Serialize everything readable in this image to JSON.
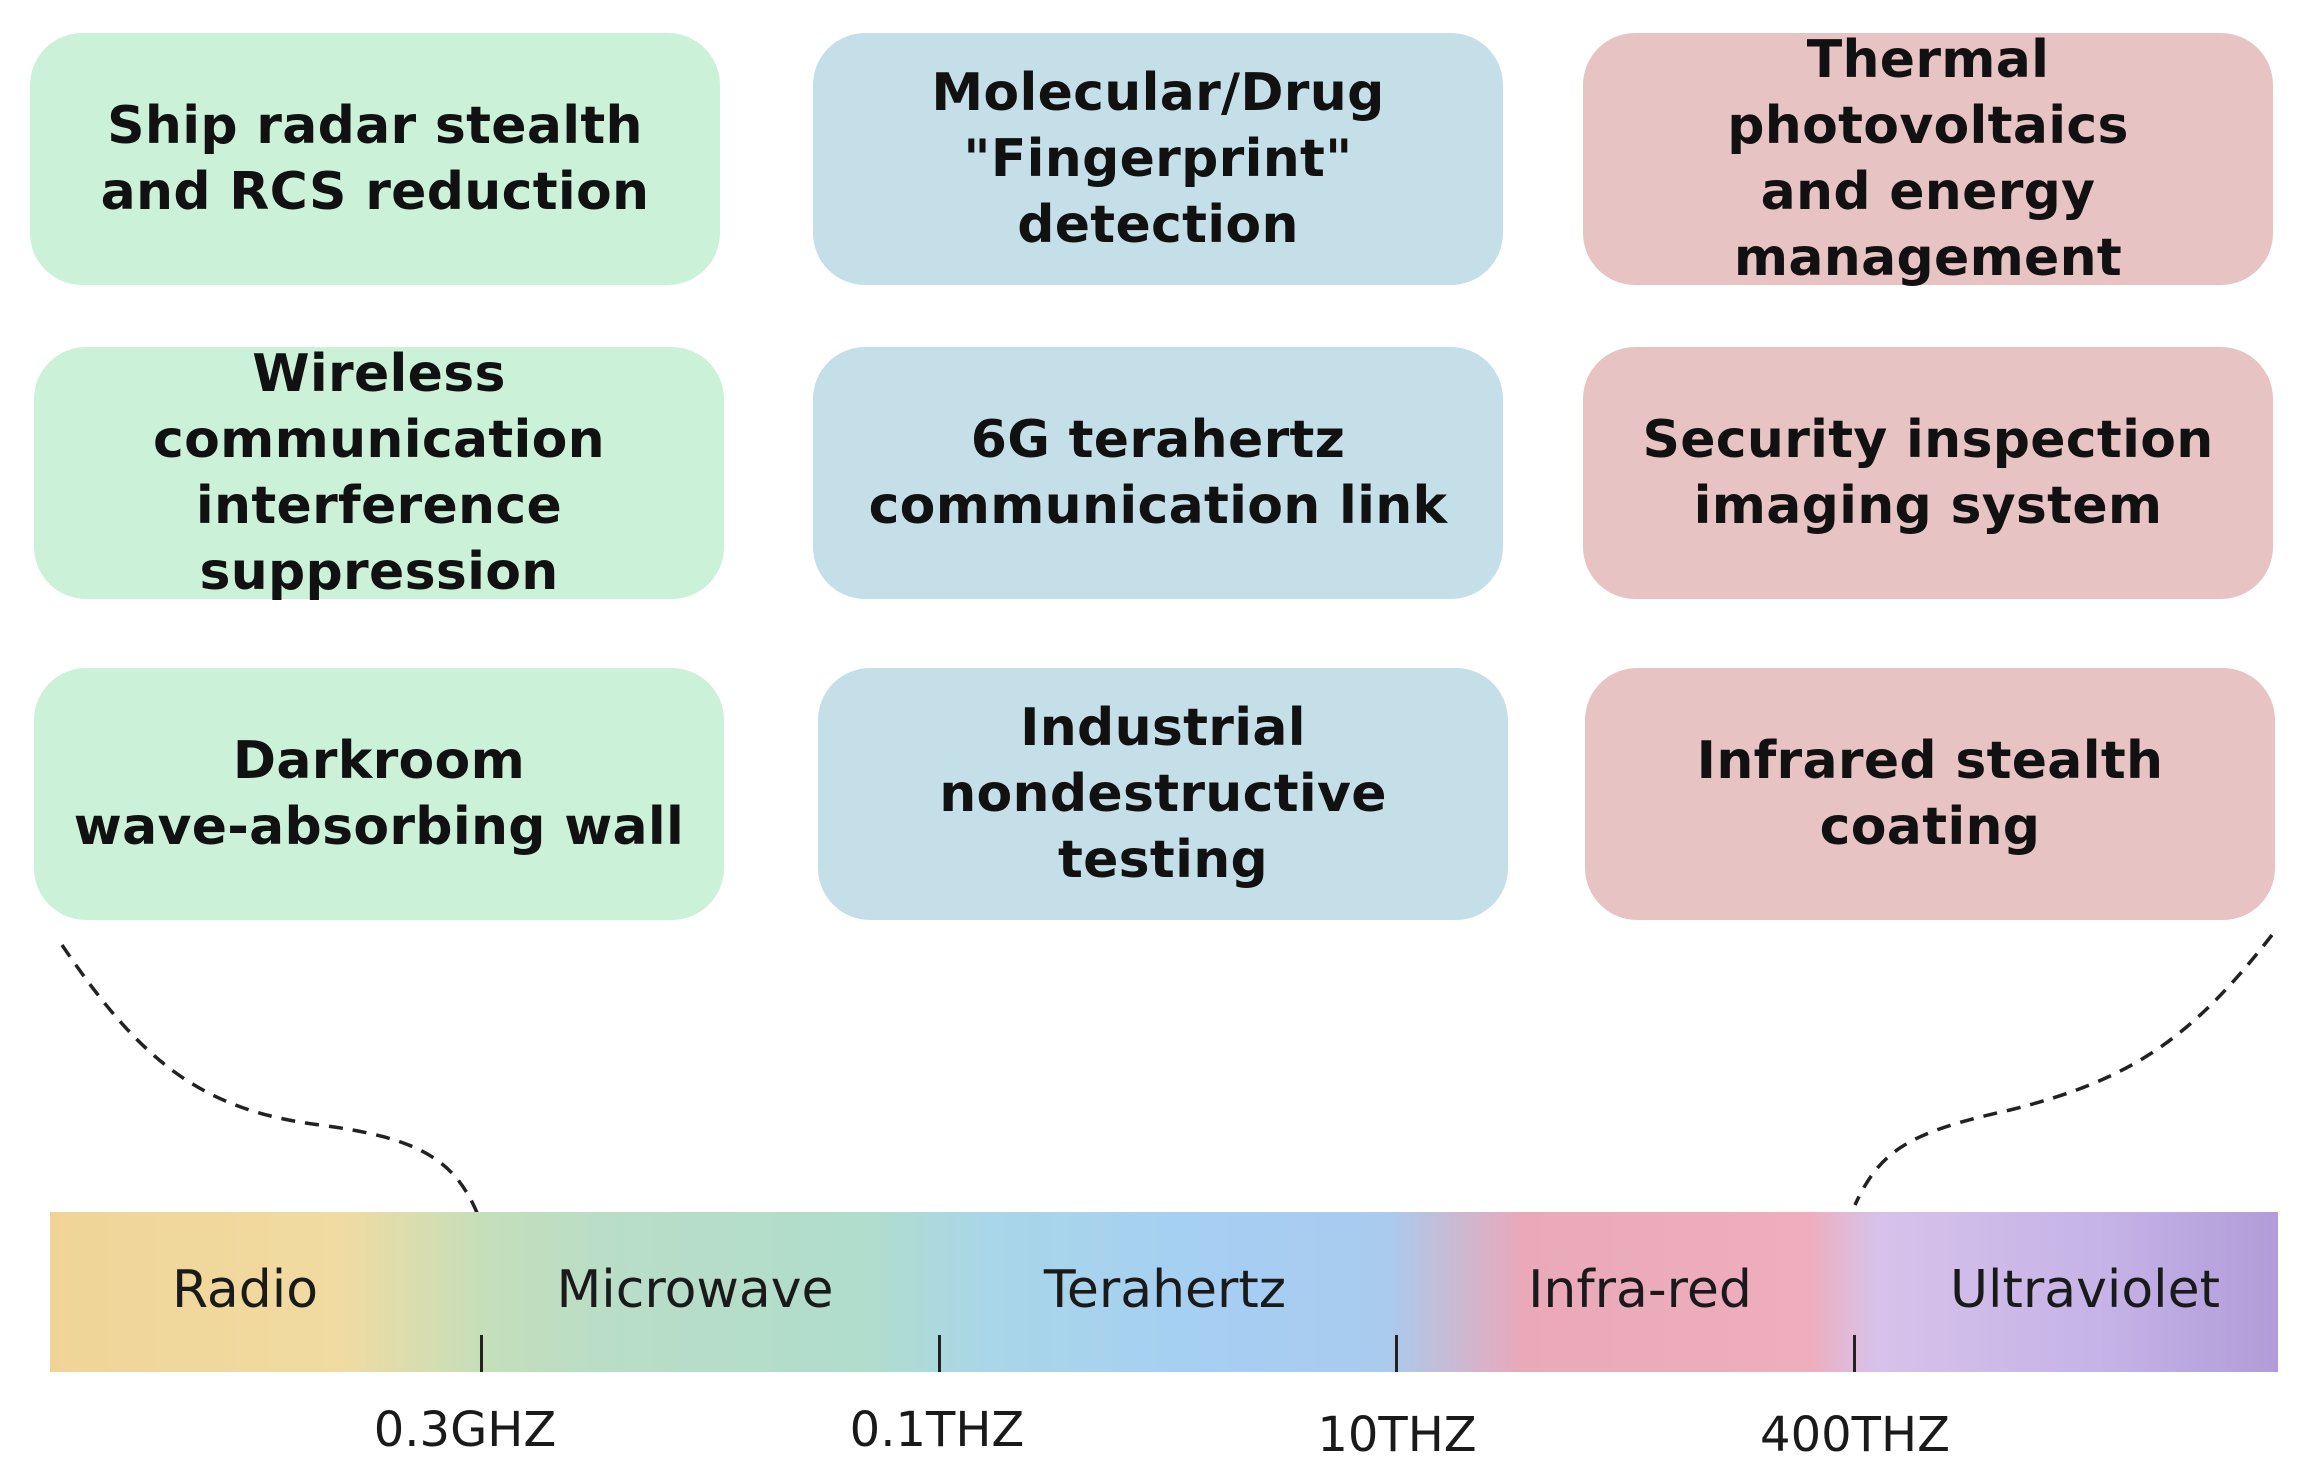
{
  "cards": {
    "ship_radar": "Ship radar stealth\nand RCS reduction",
    "wireless": "Wireless communication\ninterference suppression",
    "darkroom": "Darkroom\nwave-absorbing wall",
    "molecular": "Molecular/Drug\n\"Fingerprint\" detection",
    "six_g": "6G terahertz\ncommunication link",
    "industrial": "Industrial\nnondestructive testing",
    "thermal": "Thermal photovoltaics\nand energy management",
    "security": "Security inspection\nimaging system",
    "infrared": "Infrared stealth coating"
  },
  "bands": {
    "radio": "Radio",
    "microwave": "Microwave",
    "terahertz": "Terahertz",
    "infrared": "Infra-red",
    "ultraviolet": "Ultraviolet"
  },
  "frequencies": {
    "f1": "0.3GHZ",
    "f2": "0.1THZ",
    "f3": "10THZ",
    "f4": "400THZ"
  },
  "colors": {
    "green_card": "#cbf2d9",
    "blue_card": "#c5dfe9",
    "red_card": "#e8c3c3"
  }
}
